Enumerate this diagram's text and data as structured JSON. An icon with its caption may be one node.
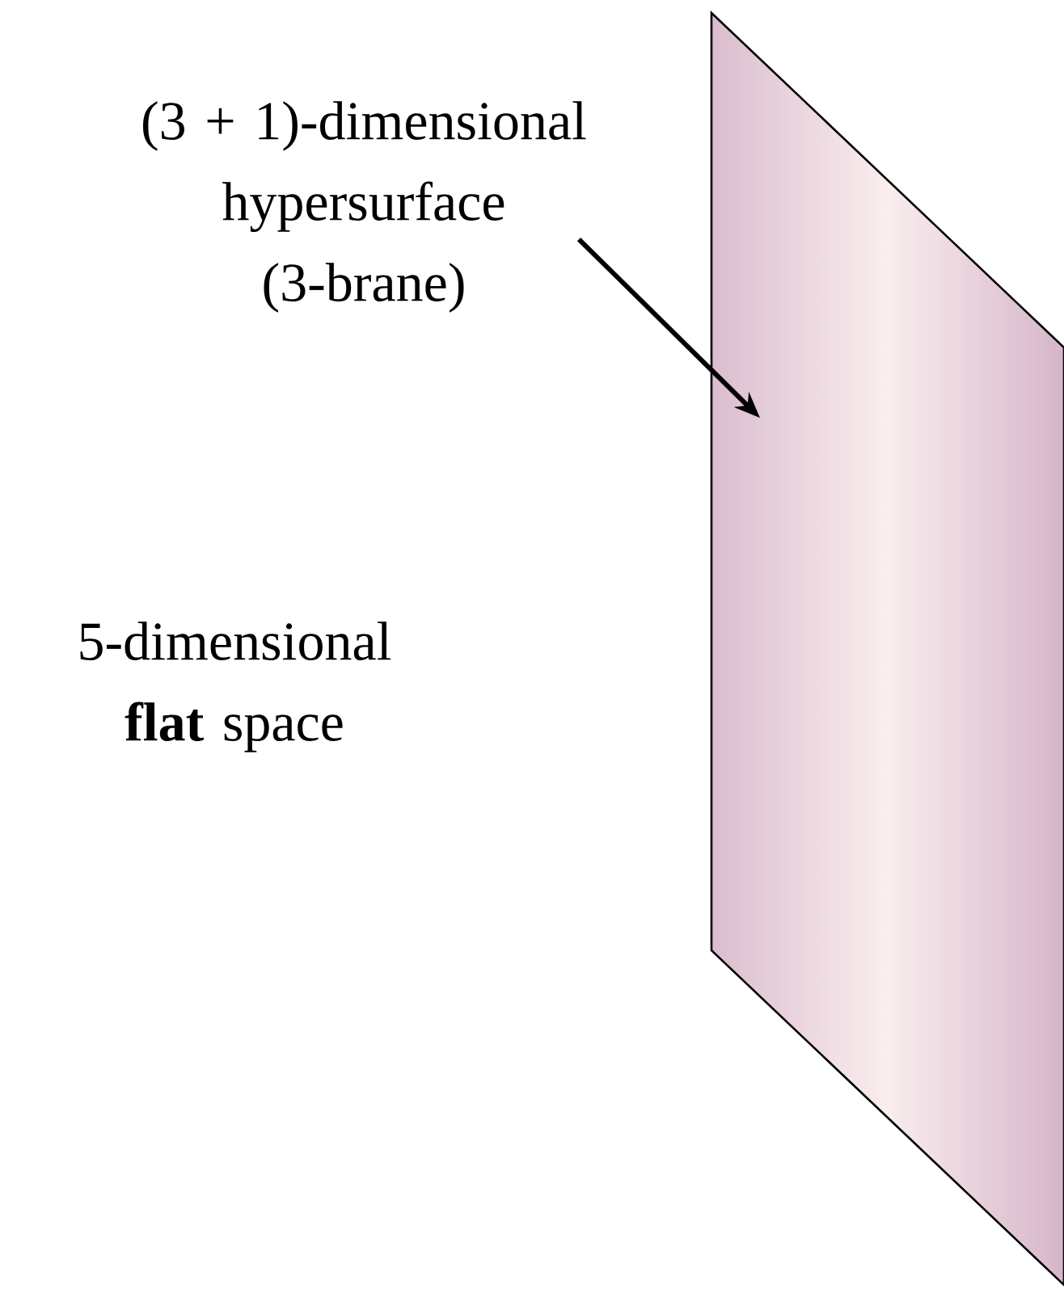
{
  "diagram": {
    "nodes": [
      {
        "text": [
          "(3 + 1)-dimensional hypersurface (3-brane)"
        ]
      },
      {
        "text": [],
        "shape": "parallelogram"
      }
    ],
    "edges": [
      {
        "from": 0,
        "to": 1,
        "arrow": "to"
      }
    ],
    "labels": [
      "5-dimensional **flat** space"
    ]
  }
}
